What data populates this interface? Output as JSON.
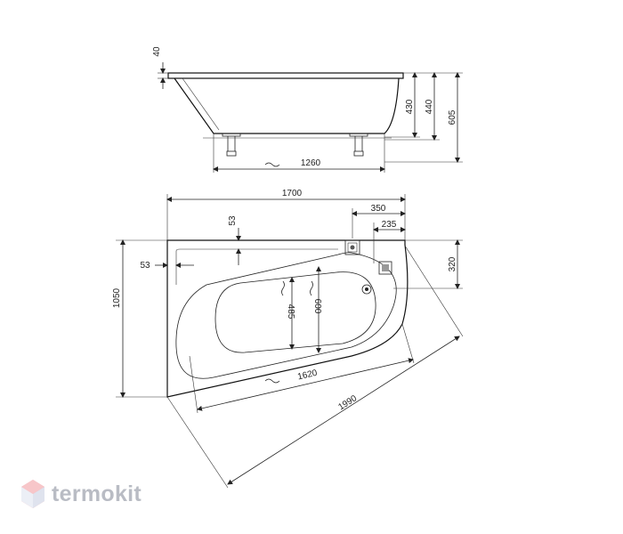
{
  "side_view": {
    "dims": {
      "rim": "40",
      "depth_430": "430",
      "depth_440": "440",
      "height_605": "605",
      "length_1260": "1260"
    }
  },
  "top_view": {
    "dims": {
      "length_1700": "1700",
      "offset_350": "350",
      "offset_235": "235",
      "rim_53_top": "53",
      "rim_53_left": "53",
      "side_320": "320",
      "width_1050": "1050",
      "inner_485": "485",
      "inner_600": "600",
      "inner_1620": "1620",
      "diagonal_1990": "1990"
    }
  },
  "brand": {
    "name": "termokit",
    "colors": {
      "accent": "#f0a3a8",
      "text": "#b9bcc4",
      "line": "#222222"
    }
  }
}
